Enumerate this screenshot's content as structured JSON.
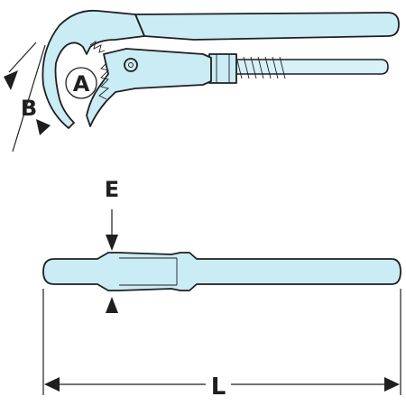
{
  "labels": {
    "a": "A",
    "b": "B",
    "e": "E",
    "l": "L"
  },
  "colors": {
    "tool_fill": "#c9ecf5",
    "outline": "#1f1f1f"
  }
}
